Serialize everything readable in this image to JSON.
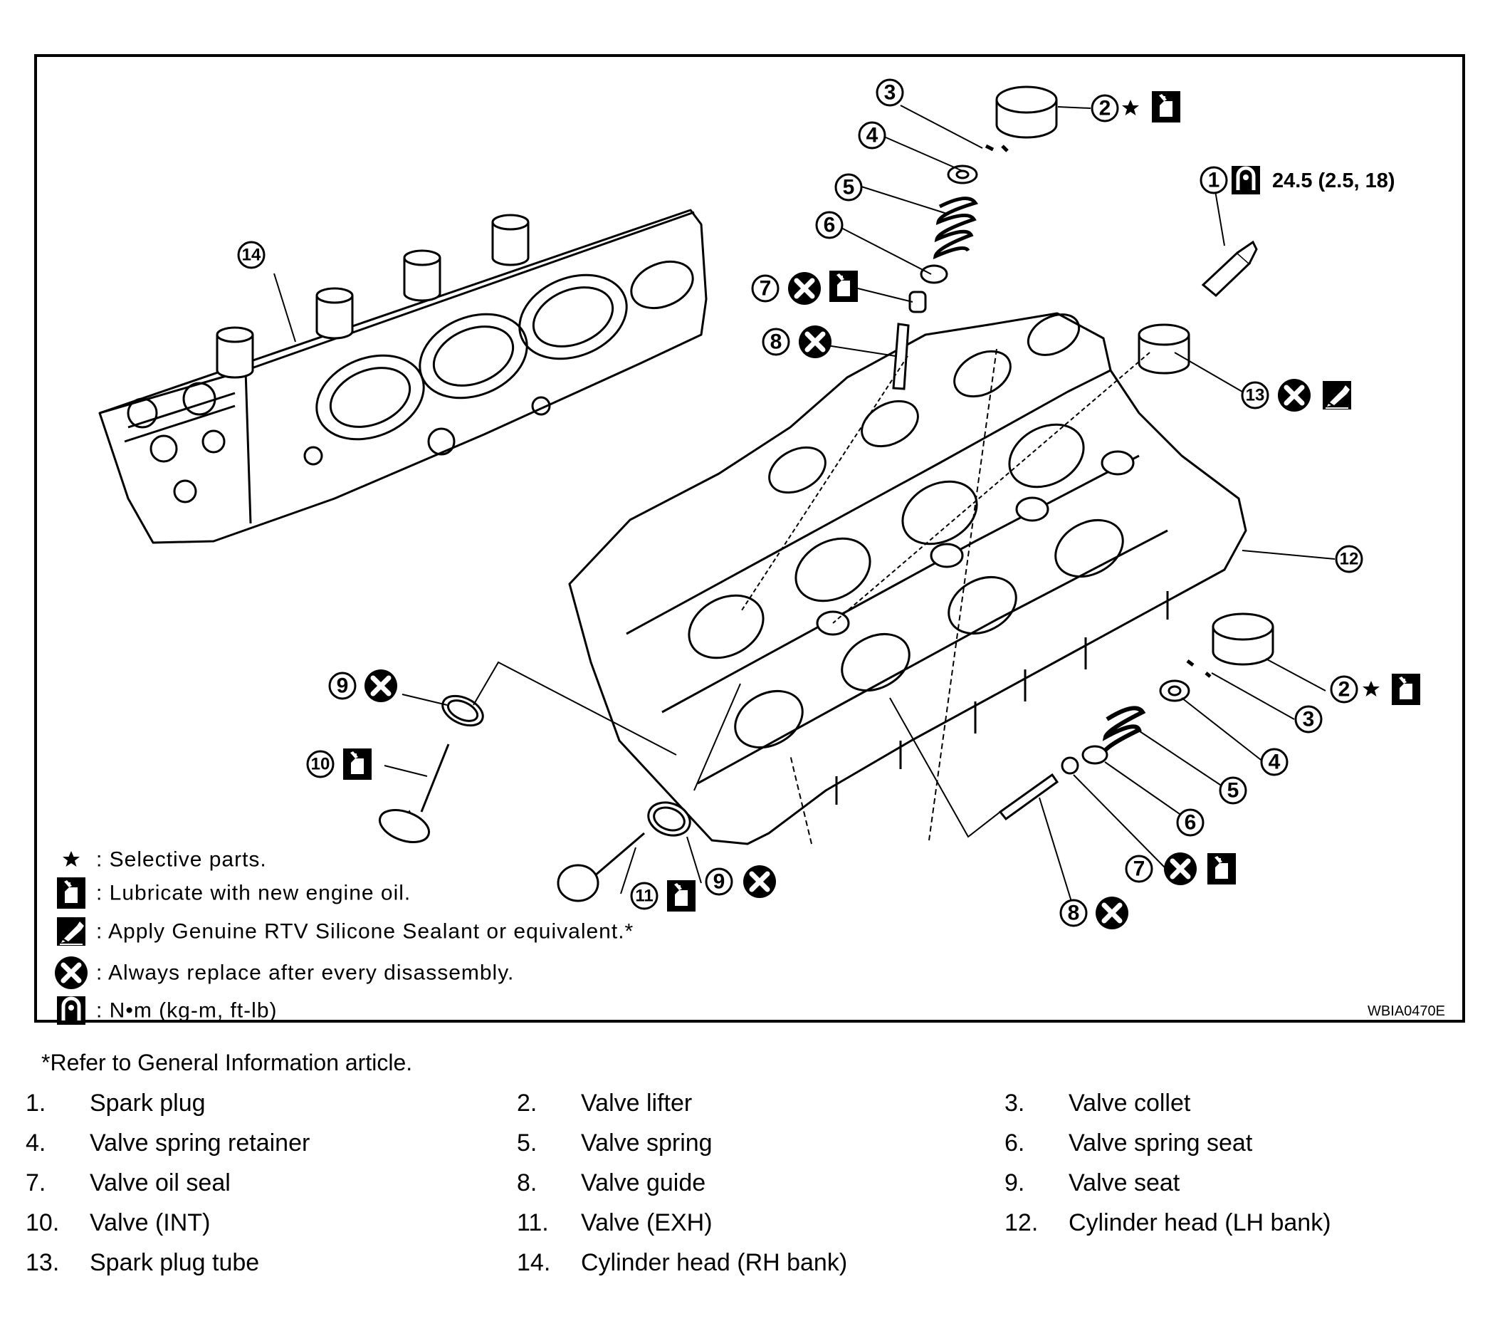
{
  "diagram": {
    "figure_id": "WBIA0470E",
    "torque_spec": "24.5 (2.5, 18)",
    "callouts": [
      "1",
      "2",
      "3",
      "4",
      "5",
      "6",
      "7",
      "8",
      "9",
      "10",
      "11",
      "12",
      "13",
      "14"
    ],
    "legend": {
      "selective": ": Selective parts.",
      "lubricate": ": Lubricate with new engine oil.",
      "sealant": ": Apply Genuine RTV Silicone Sealant or equivalent.*",
      "replace": ": Always replace after every disassembly.",
      "torque_unit": ":  N•m  (kg-m,  ft-lb)"
    },
    "icons": [
      "star-icon",
      "oil-can-icon",
      "sealant-tube-icon",
      "replace-x-icon",
      "torque-wrench-icon"
    ]
  },
  "footnote": "*Refer to General Information article.",
  "parts": [
    {
      "num": "1.",
      "name": "Spark plug"
    },
    {
      "num": "2.",
      "name": "Valve lifter"
    },
    {
      "num": "3.",
      "name": "Valve collet"
    },
    {
      "num": "4.",
      "name": "Valve spring retainer"
    },
    {
      "num": "5.",
      "name": "Valve spring"
    },
    {
      "num": "6.",
      "name": "Valve spring seat"
    },
    {
      "num": "7.",
      "name": "Valve oil seal"
    },
    {
      "num": "8.",
      "name": "Valve guide"
    },
    {
      "num": "9.",
      "name": "Valve seat"
    },
    {
      "num": "10.",
      "name": "Valve (INT)"
    },
    {
      "num": "11.",
      "name": "Valve (EXH)"
    },
    {
      "num": "12.",
      "name": "Cylinder head (LH bank)"
    },
    {
      "num": "13.",
      "name": "Spark plug tube"
    },
    {
      "num": "14.",
      "name": "Cylinder head (RH bank)"
    }
  ]
}
